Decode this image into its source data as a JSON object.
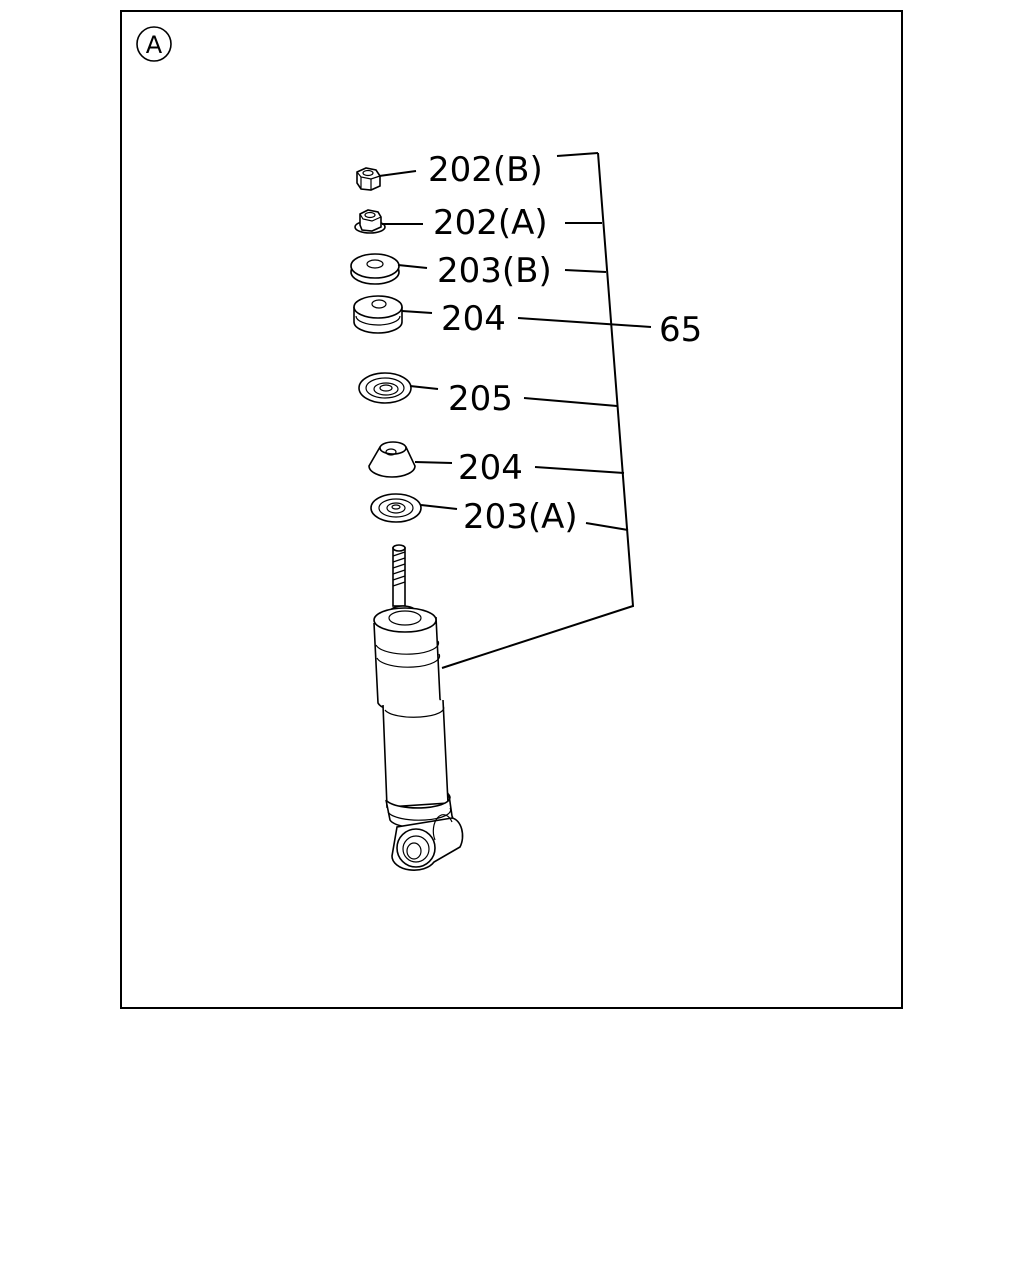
{
  "view_marker": "A",
  "callouts": [
    {
      "id": "nut-202b",
      "label": "202(B)"
    },
    {
      "id": "nut-202a",
      "label": "202(A)"
    },
    {
      "id": "washer-203b",
      "label": "203(B)"
    },
    {
      "id": "bushing-204-upper",
      "label": "204"
    },
    {
      "id": "washer-205",
      "label": "205"
    },
    {
      "id": "bushing-204-lower",
      "label": "204"
    },
    {
      "id": "washer-203a",
      "label": "203(A)"
    }
  ],
  "assembly_label": "65",
  "parts": {
    "nut_202b": "nut-icon",
    "nut_202a": "flange-nut-icon",
    "washer_203b": "washer-icon",
    "bushing_204_upper": "rubber-bushing-icon",
    "washer_205": "cup-washer-icon",
    "bushing_204_lower": "rubber-bushing-icon",
    "washer_203a": "cup-washer-icon",
    "shock_absorber": "shock-absorber-icon"
  }
}
